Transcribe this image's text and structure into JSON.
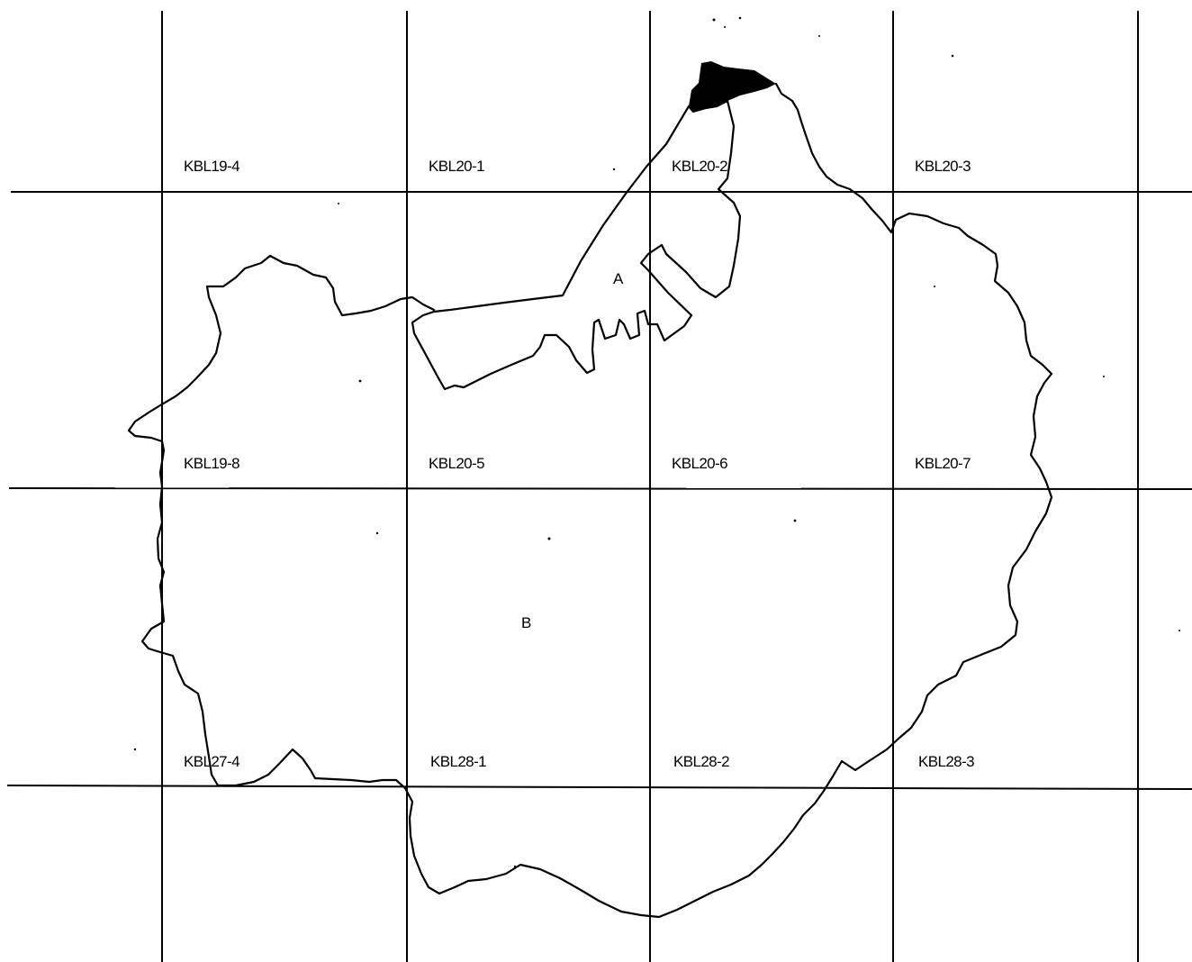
{
  "map": {
    "sheet_labels": [
      "KBL19-4",
      "KBL20-1",
      "KBL20-2",
      "KBL20-3",
      "KBL19-8",
      "KBL20-5",
      "KBL20-6",
      "KBL20-7",
      "KBL27-4",
      "KBL28-1",
      "KBL28-2",
      "KBL28-3"
    ],
    "region_labels": [
      "A",
      "B"
    ],
    "colors": {
      "lines": "#000000",
      "background": "#ffffff",
      "filled_area": "#000000"
    }
  }
}
